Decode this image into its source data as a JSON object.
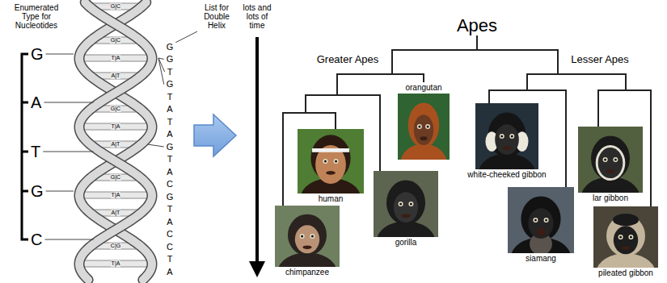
{
  "diagram": {
    "nodes": [
      {
        "text": [
          "Apes"
        ]
      },
      {
        "text": [
          "human"
        ]
      },
      {
        "text": [
          "chimpanzee"
        ]
      },
      {
        "text": [
          "gorilla"
        ]
      },
      {
        "text": [
          "orangutan"
        ]
      },
      {
        "text": [
          "white-cheeked gibbon"
        ]
      },
      {
        "text": [
          "siamang"
        ]
      },
      {
        "text": [
          "lar gibbon"
        ]
      },
      {
        "text": [
          "pileated gibbon"
        ]
      }
    ],
    "edges": [
      {
        "from": 0,
        "to": 1,
        "arrow": "none"
      },
      {
        "from": 0,
        "to": 2,
        "arrow": "none"
      },
      {
        "from": 0,
        "to": 3,
        "arrow": "none"
      },
      {
        "from": 0,
        "to": 4,
        "arrow": "none"
      },
      {
        "from": 0,
        "to": 5,
        "arrow": "none"
      },
      {
        "from": 0,
        "to": 6,
        "arrow": "none"
      },
      {
        "from": 0,
        "to": 7,
        "arrow": "none"
      },
      {
        "from": 0,
        "to": 8,
        "arrow": "none"
      }
    ],
    "labels": [
      "Enumerated Type for Nucleotides",
      "G",
      "A",
      "T",
      "G",
      "C",
      "G|C",
      "G|C",
      "T|A",
      "A|T",
      "G|C",
      "T|A",
      "A|T",
      "G|C",
      "T|A",
      "A|T",
      "C|G",
      "T|A",
      "List for Double Helix",
      "G",
      "G",
      "T",
      "G",
      "T",
      "A",
      "T",
      "A",
      "G",
      "T",
      "A",
      "C",
      "G",
      "T",
      "A",
      "C",
      "C",
      "T",
      "A",
      "lots and lots of time",
      "Greater Apes",
      "Lesser Apes"
    ]
  }
}
